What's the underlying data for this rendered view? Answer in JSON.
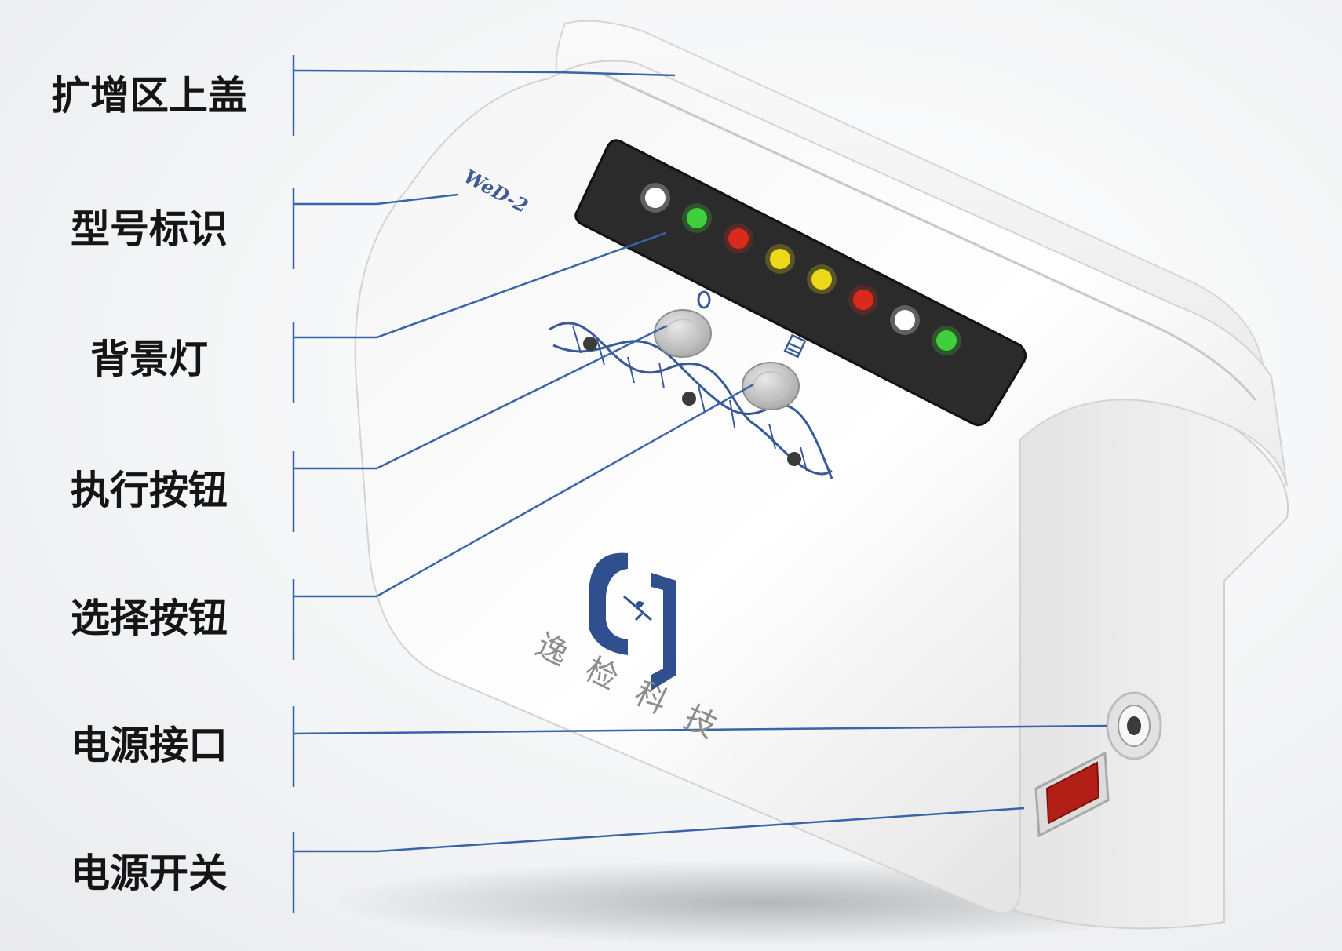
{
  "callouts": [
    {
      "label": "扩增区上盖"
    },
    {
      "label": "型号标识"
    },
    {
      "label": "背景灯"
    },
    {
      "label": "执行按钮"
    },
    {
      "label": "选择按钮"
    },
    {
      "label": "电源接口"
    },
    {
      "label": "电源开关"
    }
  ],
  "device": {
    "model_mark": "WeD-2",
    "brand_name": "逸检科技",
    "indicator_lights": [
      "white",
      "green",
      "red",
      "yellow",
      "yellow",
      "red",
      "white",
      "green"
    ]
  },
  "colors": {
    "leader_line": "#3a64a8",
    "brand_blue": "#2f4f8f",
    "light_white": "#ffffff",
    "light_green": "#3fcf3c",
    "light_red": "#d92a1c",
    "light_yellow": "#ecd91a",
    "panel": "#2b2b2b",
    "switch_red": "#b21f17"
  }
}
